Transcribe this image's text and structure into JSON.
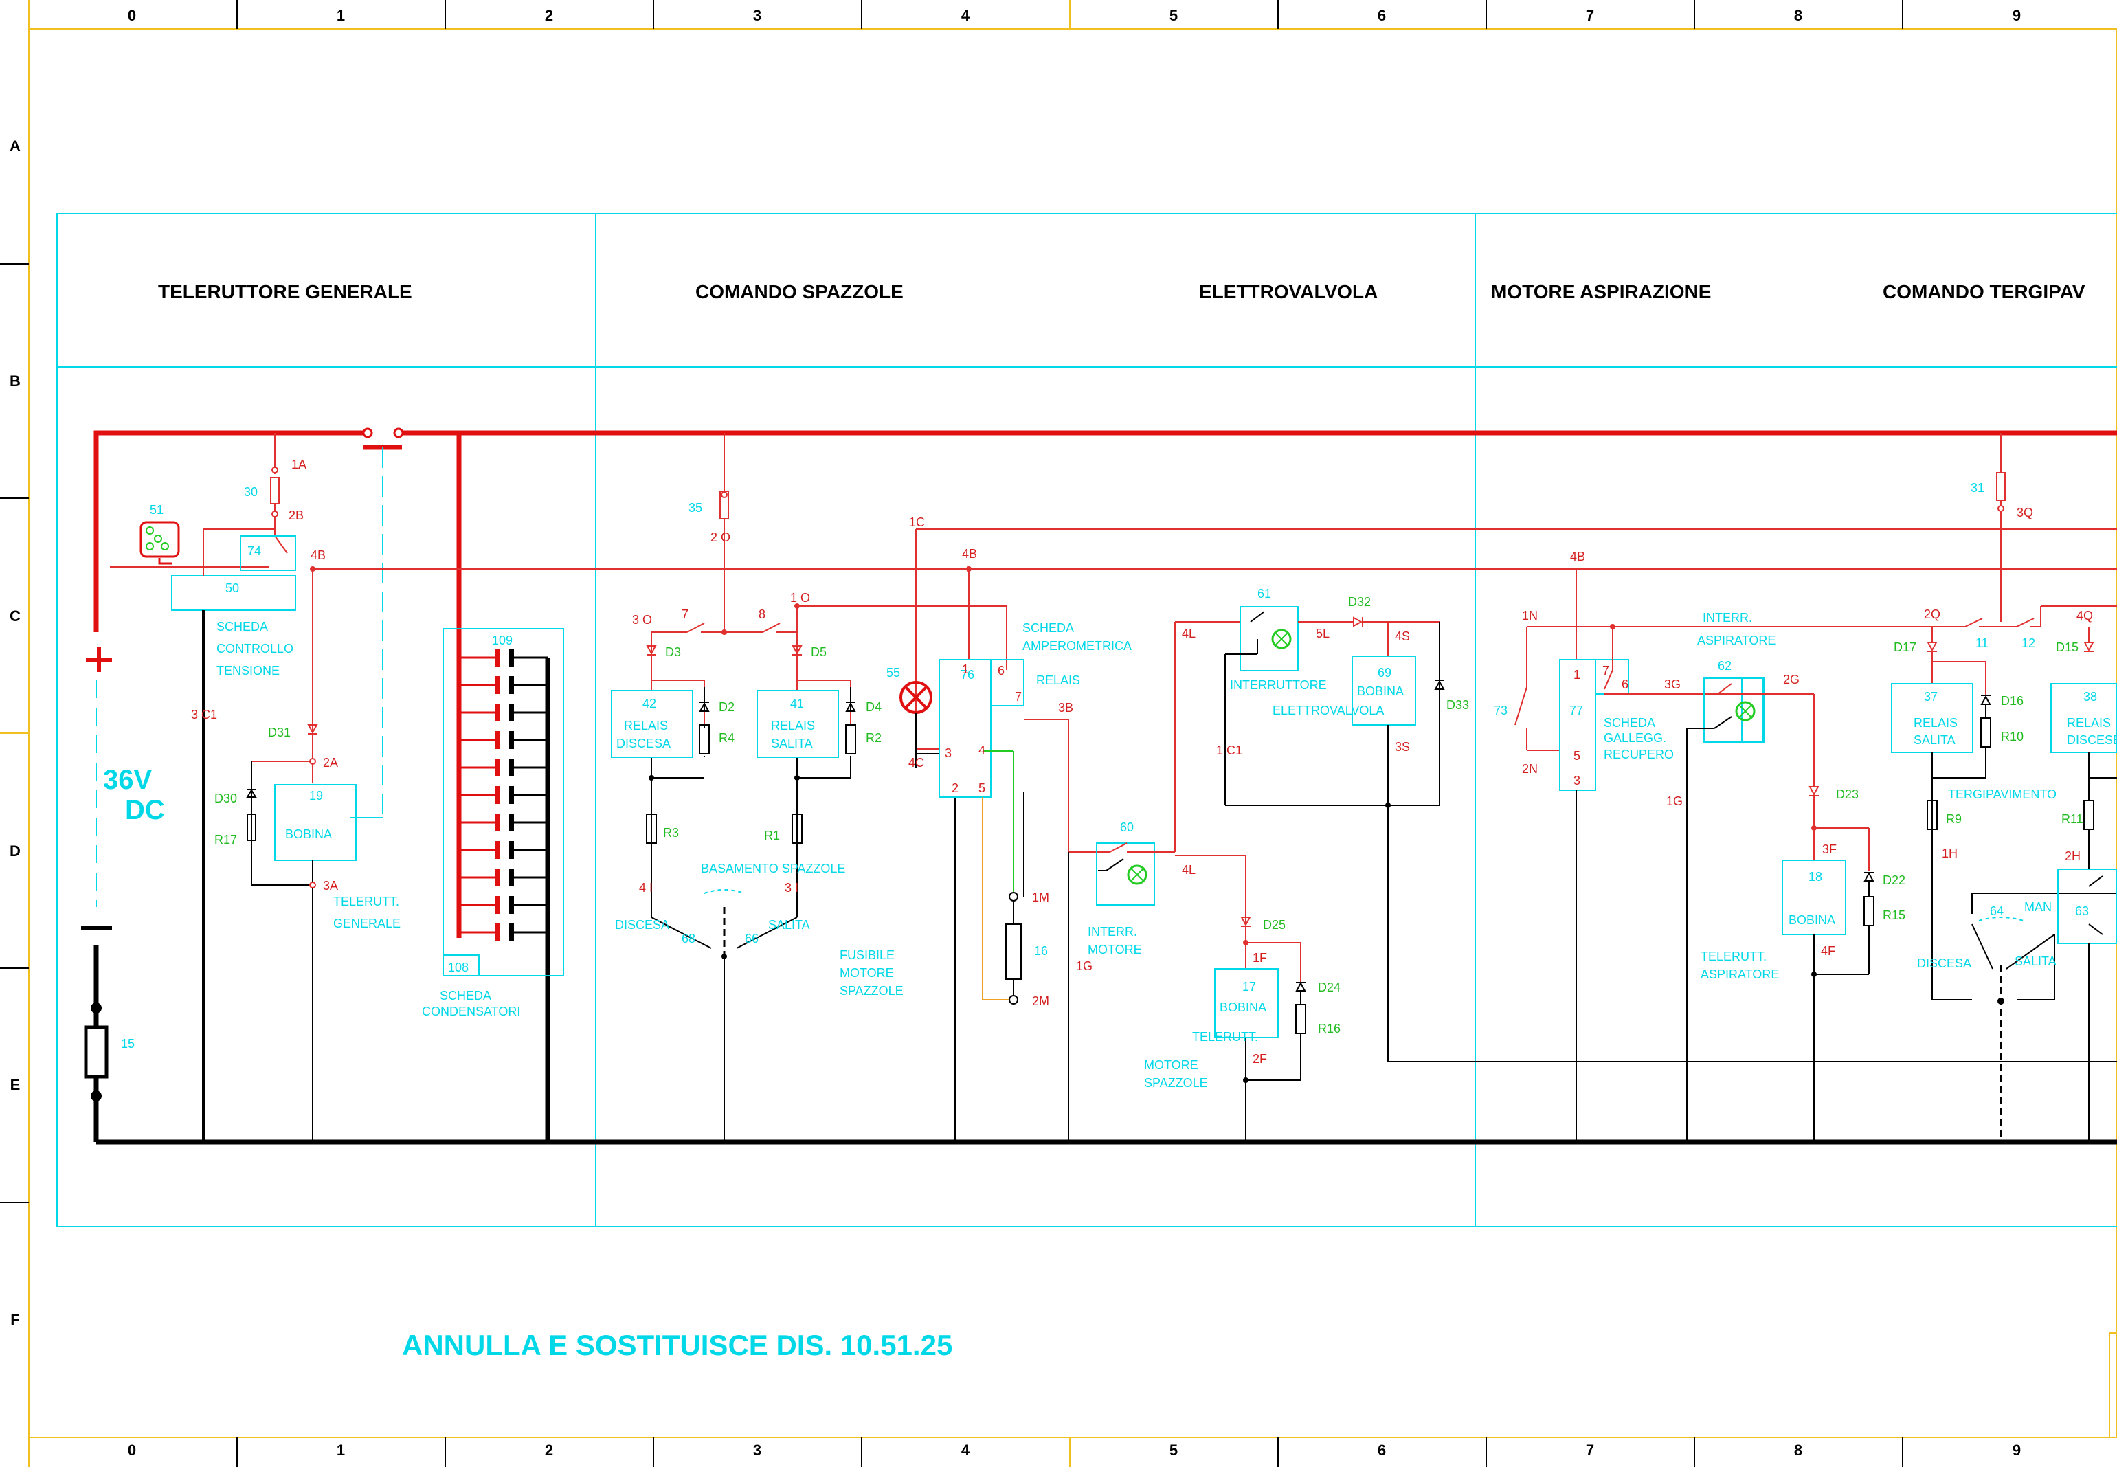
{
  "grid_columns": [
    "0",
    "1",
    "2",
    "3",
    "4",
    "5",
    "6",
    "7",
    "8",
    "9"
  ],
  "grid_rows": [
    "A",
    "B",
    "C",
    "D",
    "E",
    "F"
  ],
  "sections": {
    "teleruttore_generale": "TELERUTTORE GENERALE",
    "comando_spazzole": "COMANDO SPAZZOLE",
    "elettrovalvola": "ELETTROVALVOLA",
    "motore_aspirazione": "MOTORE ASPIRAZIONE",
    "comando_tergipav": "COMANDO TERGIPAV"
  },
  "supply": {
    "plus": "+",
    "voltage": "36V",
    "type": "DC",
    "minus": "—"
  },
  "note": "ANNULLA E SOSTITUISCE  DIS. 10.51.25",
  "components": {
    "c51": "51",
    "c50": "50",
    "c74": "74",
    "c30": "30",
    "c19": "19",
    "c15": "15",
    "c109": "109",
    "c108": "108",
    "c35": "35",
    "c42": "42",
    "c41": "41",
    "c55": "55",
    "c76": "76",
    "c16": "16",
    "c60": "60",
    "c61": "61",
    "c69": "69",
    "c17": "17",
    "c77": "77",
    "c73": "73",
    "c62": "62",
    "c18": "18",
    "c31": "31",
    "c37": "37",
    "c38": "38",
    "c64": "64",
    "c63": "63",
    "c68": "68",
    "c66": "66"
  },
  "texts": {
    "scheda_controllo_1": "SCHEDA",
    "scheda_controllo_2": "CONTROLLO",
    "scheda_controllo_3": "TENSIONE",
    "bobina": "BOBINA",
    "telerutt_1": "TELERUTT.",
    "telerutt_2": "GENERALE",
    "scheda_cond_1": "SCHEDA",
    "scheda_cond_2": "CONDENSATORI",
    "relais": "RELAIS",
    "discesa": "DISCESA",
    "salita": "SALITA",
    "basamento": "BASAMENTO SPAZZOLE",
    "fusibile_1": "FUSIBILE",
    "fusibile_2": "MOTORE",
    "fusibile_3": "SPAZZOLE",
    "scheda_amp_1": "SCHEDA",
    "scheda_amp_2": "AMPEROMETRICA",
    "interr_motore_1": "INTERR.",
    "interr_motore_2": "MOTORE",
    "interruttore": "INTERRUTTORE",
    "elettrovalvola": "ELETTROVALVOLA",
    "motore_spazzole_1": "MOTORE",
    "motore_spazzole_2": "SPAZZOLE",
    "telerutt_short": "TELERUTT.",
    "scheda_gall_1": "SCHEDA",
    "scheda_gall_2": "GALLEGG.",
    "scheda_gall_3": "RECUPERO",
    "interr_asp_1": "INTERR.",
    "interr_asp_2": "ASPIRATORE",
    "telerutt_asp_1": "TELERUTT.",
    "telerutt_asp_2": "ASPIRATORE",
    "tergipavimento": "TERGIPAVIMENTO",
    "man": "MAN",
    "discese": "DISCESE"
  },
  "wires": {
    "w1A": "1A",
    "w2B": "2B",
    "w4B": "4B",
    "w3C1": "3 C1",
    "w2A": "2A",
    "w3A": "3A",
    "w2O": "2 O",
    "w3O": "3 O",
    "w7": "7",
    "w8": "8",
    "w1O": "1 O",
    "w4x": "4 I",
    "w3x": "3 I",
    "w1C": "1C",
    "w4C": "4C",
    "w3B": "3B",
    "w1M": "1M",
    "w2M": "2M",
    "w1G": "1G",
    "w4L": "4L",
    "w5L": "5L",
    "w4S": "4S",
    "w3S": "3S",
    "w1C1": "1 C1",
    "w1F": "1F",
    "w2F": "2F",
    "w1N": "1N",
    "w2N": "2N",
    "w3G": "3G",
    "w2G": "2G",
    "w3F": "3F",
    "w4F": "4F",
    "w3Q": "3Q",
    "w2Q": "2Q",
    "w4Q": "4Q",
    "w11": "11",
    "w12": "12",
    "w1H": "1H",
    "w2H": "2H",
    "p1": "1",
    "p2": "2",
    "p3": "3",
    "p4": "4",
    "p5": "5",
    "p6": "6",
    "p7": "7"
  },
  "diodes": {
    "D2": "D2",
    "D3": "D3",
    "D4": "D4",
    "D5": "D5",
    "D15": "D15",
    "D16": "D16",
    "D17": "D17",
    "D22": "D22",
    "D23": "D23",
    "D24": "D24",
    "D25": "D25",
    "D30": "D30",
    "D31": "D31",
    "D32": "D32",
    "D33": "D33"
  },
  "resistors": {
    "R1": "R1",
    "R2": "R2",
    "R3": "R3",
    "R4": "R4",
    "R9": "R9",
    "R10": "R10",
    "R11": "R11",
    "R15": "R15",
    "R16": "R16",
    "R17": "R17"
  },
  "colors": {
    "frame": "#f0c020",
    "cyan": "#00d8e8",
    "red": "#e01010",
    "wire_red": "#e03030",
    "black": "#000000",
    "green": "#22cc22",
    "orange": "#f0a020"
  }
}
